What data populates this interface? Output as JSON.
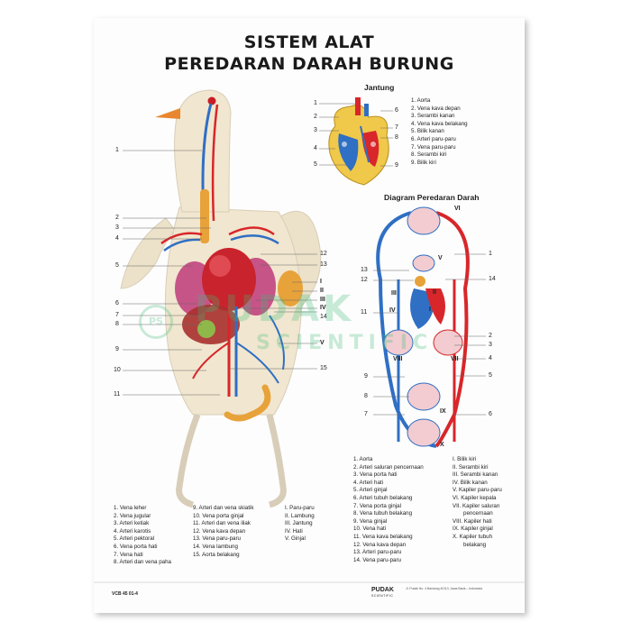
{
  "title_line1": "SISTEM ALAT",
  "title_line2": "PEREDARAN DARAH BURUNG",
  "heart": {
    "heading": "Jantung",
    "items": [
      "1. Aorta",
      "2. Vena kava depan",
      "3. Serambi kanan",
      "4. Vena kava belakang",
      "5. Bilik kanan",
      "6. Arteri paru-paru",
      "7. Vena paru-paru",
      "8. Serambi kiri",
      "9. Bilik kiri"
    ],
    "left_labels": [
      "1",
      "2",
      "3",
      "4",
      "5"
    ],
    "right_labels": [
      "6",
      "7",
      "8",
      "9"
    ]
  },
  "diagram": {
    "heading": "Diagram Peredaran Darah",
    "left_labels": [
      "13",
      "12",
      "11",
      "9",
      "8",
      "7"
    ],
    "right_labels": [
      "1",
      "14",
      "2",
      "3",
      "4",
      "5",
      "6"
    ],
    "roman_labels": [
      "VI",
      "V",
      "I",
      "II",
      "III",
      "IV",
      "VII",
      "VIII",
      "IX",
      "X"
    ]
  },
  "bird": {
    "left_labels": [
      "1",
      "2",
      "3",
      "4",
      "5",
      "6",
      "7",
      "8",
      "9",
      "10",
      "11"
    ],
    "right_labels": [
      "12",
      "13",
      "I",
      "II",
      "III",
      "IV",
      "14",
      "V",
      "15"
    ]
  },
  "legend_bird_col1": [
    "1. Vena leher",
    "2. Vena jugular",
    "3. Arteri ketiak",
    "4. Arteri karotis",
    "5. Arteri pektoral",
    "6. Vena porta hati",
    "7. Vena hati",
    "8. Arteri dan vena paha"
  ],
  "legend_bird_col2": [
    "9. Arteri dan vena skiatik",
    "10. Vena porta ginjal",
    "11. Arteri dan vena iliak",
    "12. Vena kava depan",
    "13. Vena paru-paru",
    "14. Vena lambung",
    "15. Aorta belakang"
  ],
  "legend_bird_col3": [
    "I. Paru-paru",
    "II. Lambung",
    "III. Jantung",
    "IV. Hati",
    "V. Ginjal"
  ],
  "legend_diag_col1": [
    "1. Aorta",
    "2. Arteri saluran pencernaan",
    "3. Vena porta hati",
    "4. Arteri hati",
    "5. Arteri ginjal",
    "6. Arteri tubuh belakang",
    "7. Vena porta ginjal",
    "8. Vena tubuh belakang",
    "9. Vena ginjal",
    "10. Vena hati",
    "11. Vena kava belakang",
    "12. Vena kava depan",
    "13. Arteri paru-paru",
    "14. Vena paru-paru"
  ],
  "legend_diag_col2": [
    "I. Bilik kiri",
    "II. Serambi kiri",
    "III. Serambi kanan",
    "IV. Bilik kanan",
    "V. Kapiler paru-paru",
    "VI. Kapiler kepala",
    "VII. Kapiler saluran",
    "pencernaan",
    "VIII. Kapiler hati",
    "IX. Kapiler ginjal",
    "X. Kapiler tubuh",
    "belakang"
  ],
  "footer": {
    "code": "VCB 45 01-4",
    "brand": "PUDAK",
    "brand_sub": "SCIENTIFIC",
    "address": "Jl. Pudak No. 4 Bandung 40113, Jawa Barat – Indonesia"
  },
  "watermark": {
    "big": "PUDAK",
    "sub": "SCIENTIFIC",
    "badge": "PS"
  },
  "colors": {
    "artery": "#d8262a",
    "vein": "#2f6fc4",
    "bird_body": "#f1e6cf",
    "bird_shadow": "#d8cdb8",
    "beak": "#e8872f",
    "organ_orange": "#e8a23a",
    "watermark": "#3cb978"
  }
}
